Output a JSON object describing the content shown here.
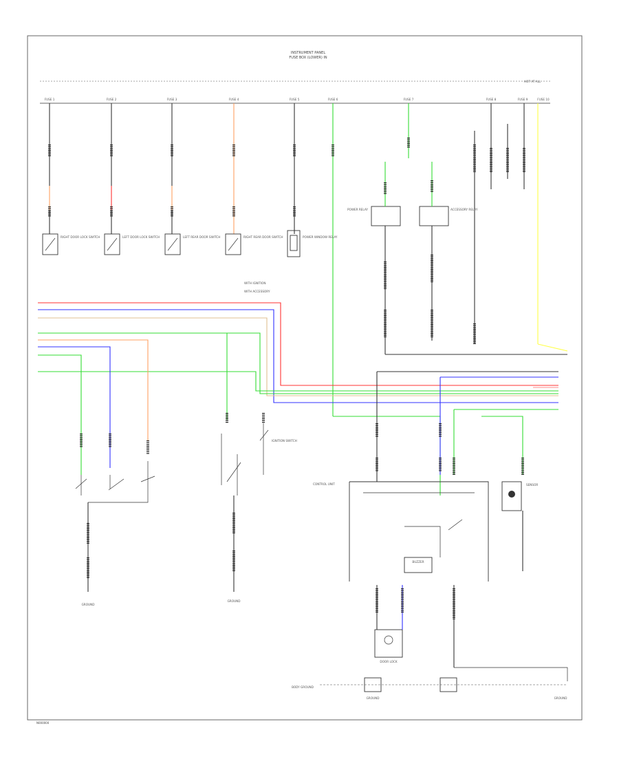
{
  "header": {
    "title_line1": "INSTRUMENT PANEL",
    "title_line2": "FUSE BOX (LOWER) IN",
    "top_right": "HOT AT ALL"
  },
  "fuses": [
    "FUSE 1",
    "FUSE 2",
    "FUSE 3",
    "FUSE 4",
    "FUSE 5",
    "FUSE 6",
    "FUSE 7",
    "FUSE 8",
    "FUSE 9",
    "FUSE 10"
  ],
  "wire_colors": {
    "red": "#ff3030",
    "orange": "#ffa060",
    "pink": "#ff8a8a",
    "blue": "#3030ff",
    "green": "#33dd33",
    "yellow": "#ffff44",
    "tan": "#e0c090",
    "black": "#333333"
  },
  "components": {
    "switch1": "RIGHT DOOR LOCK SWITCH",
    "switch2": "LEFT DOOR LOCK SWITCH",
    "switch3": "LEFT REAR DOOR SWITCH",
    "switch4": "RIGHT REAR DOOR SWITCH",
    "relay1": "POWER WINDOW RELAY",
    "power_relay": "POWER RELAY",
    "accessory_relay": "ACCESSORY RELAY",
    "module": "CONTROL UNIT",
    "ignition_switch": "IGNITION SWITCH",
    "buzzer_label": "BUZZER",
    "sensor": "SENSOR",
    "door_lock": "DOOR LOCK",
    "ground1": "GROUND",
    "ground2": "GROUND",
    "gnd_bottom_left": "BODY GROUND",
    "gnd_bottom_mid": "GROUND",
    "gnd_bottom_right": "GROUND"
  },
  "legend": {
    "item1": "WITH IGNITION",
    "item2": "WITH ACCESSORY"
  },
  "corner_code": "N000000"
}
